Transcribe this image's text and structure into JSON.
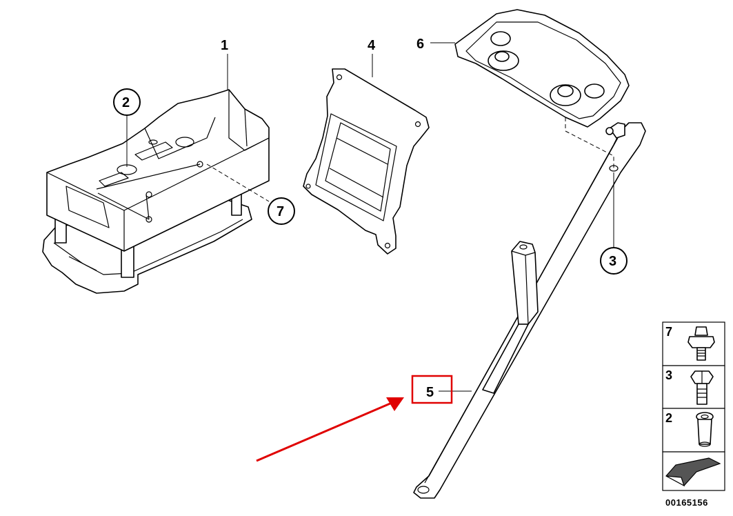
{
  "callouts": {
    "c1": "1",
    "c2": "2",
    "c3": "3",
    "c4": "4",
    "c5": "5",
    "c6": "6",
    "c7": "7"
  },
  "legend": {
    "items": [
      "7",
      "3",
      "2"
    ]
  },
  "document_number": "00165156",
  "highlight": {
    "target": "5",
    "color": "#e00000"
  },
  "icons": {
    "legend_7": "collar-bolt-icon",
    "legend_3": "hex-bolt-icon",
    "legend_2": "rubber-grommet-icon",
    "legend_arrow": "direction-arrow-icon"
  }
}
